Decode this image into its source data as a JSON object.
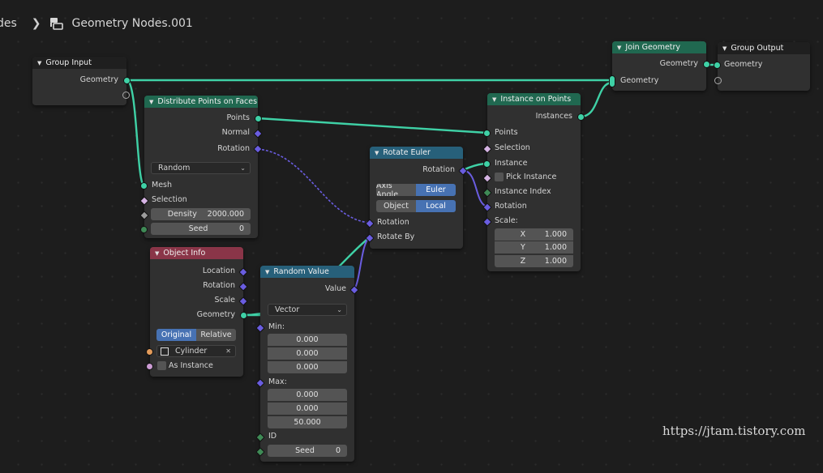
{
  "breadcrumb": {
    "prev": "des",
    "current": "Geometry Nodes.001"
  },
  "watermark": "https://jtam.tistory.com",
  "colors": {
    "geometry": "#3fd1a6",
    "vector": "#6a5de0",
    "header_geometry": "#206850",
    "header_vector": "#27607a",
    "header_input": "#8a3548"
  },
  "group_input": {
    "title": "Group Input",
    "geometry": "Geometry"
  },
  "distribute": {
    "title": "Distribute Points on Faces",
    "points": "Points",
    "normal": "Normal",
    "rotation": "Rotation",
    "mode": "Random",
    "mesh": "Mesh",
    "selection": "Selection",
    "density_label": "Density",
    "density_value": "2000.000",
    "seed_label": "Seed",
    "seed_value": "0"
  },
  "object_info": {
    "title": "Object Info",
    "location": "Location",
    "rotation": "Rotation",
    "scale": "Scale",
    "geometry": "Geometry",
    "original": "Original",
    "relative": "Relative",
    "object": "Cylinder",
    "as_instance": "As Instance"
  },
  "random_value": {
    "title": "Random Value",
    "value": "Value",
    "type": "Vector",
    "min": "Min:",
    "min_values": [
      "0.000",
      "0.000",
      "0.000"
    ],
    "max": "Max:",
    "max_values": [
      "0.000",
      "0.000",
      "50.000"
    ],
    "id": "ID",
    "seed_label": "Seed",
    "seed_value": "0"
  },
  "rotate_euler": {
    "title": "Rotate Euler",
    "rotation_out": "Rotation",
    "axis_angle": "Axis Angle",
    "euler": "Euler",
    "object": "Object",
    "local": "Local",
    "rotation_in": "Rotation",
    "rotate_by": "Rotate By"
  },
  "instance_on_points": {
    "title": "Instance on Points",
    "instances": "Instances",
    "points": "Points",
    "selection": "Selection",
    "instance": "Instance",
    "pick_instance": "Pick Instance",
    "instance_index": "Instance Index",
    "rotation": "Rotation",
    "scale": "Scale:",
    "scale_x_label": "X",
    "scale_x": "1.000",
    "scale_y_label": "Y",
    "scale_y": "1.000",
    "scale_z_label": "Z",
    "scale_z": "1.000"
  },
  "join_geometry": {
    "title": "Join Geometry",
    "geometry_out": "Geometry",
    "geometry_in": "Geometry"
  },
  "group_output": {
    "title": "Group Output",
    "geometry": "Geometry"
  }
}
